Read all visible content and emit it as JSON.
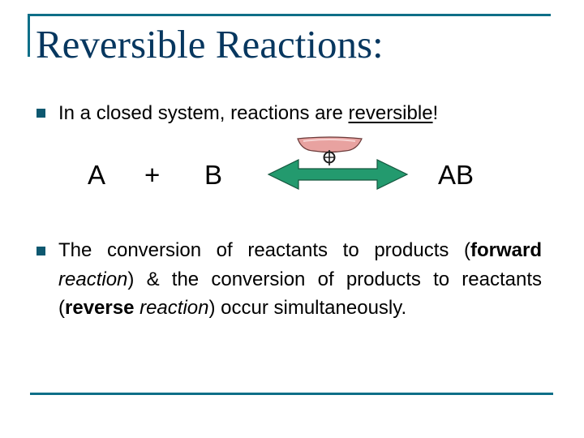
{
  "slide": {
    "title": "Reversible Reactions:",
    "bullet1": {
      "before": "In a closed system, reactions are ",
      "emphasis": "reversible",
      "after": "!"
    },
    "equation": {
      "reactant_a": "A",
      "plus": "+",
      "reactant_b": "B",
      "product": "AB",
      "arrow_icon": "double-headed-arrow-icon",
      "balance_icon": "balance-scale-icon"
    },
    "bullet2": {
      "part1": "The conversion of reactants to products (",
      "forward_bold": "forward",
      "forward_rest": " reaction",
      "part2": ") & the conversion of products to reactants (",
      "reverse_bold": "reverse",
      "reverse_rest": " reaction",
      "part3": ") occur simultaneously."
    }
  },
  "colors": {
    "title": "#07375f",
    "frame": "#0e6f88",
    "bullet": "#0e5870",
    "arrow": "#239a6e",
    "scale_pan": "#e8a2a0"
  }
}
